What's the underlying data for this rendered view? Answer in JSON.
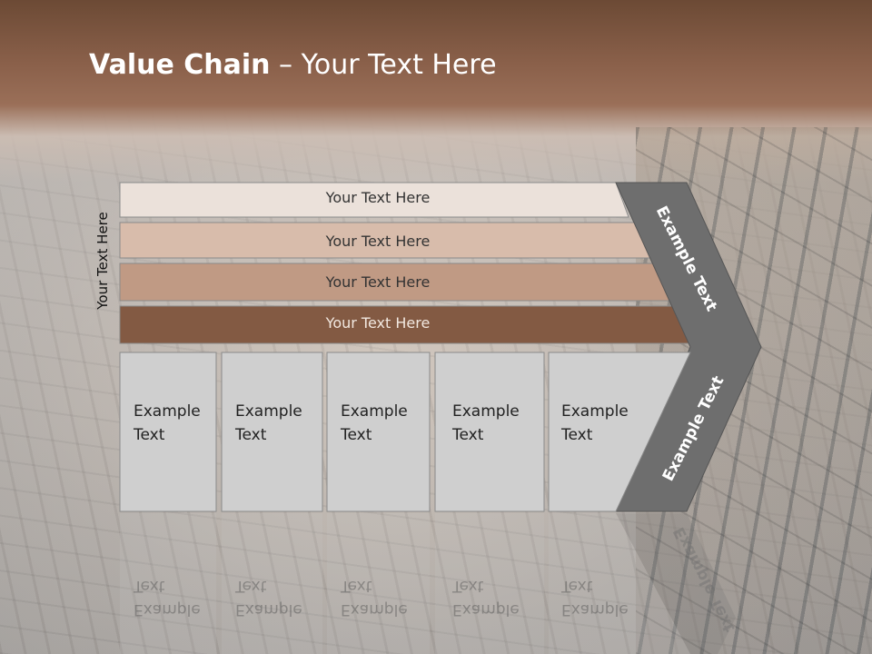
{
  "title": {
    "bold": "Value Chain",
    "rest": " – Your Text Here"
  },
  "side_label": "Your Text Here",
  "bars": [
    {
      "label": "Your Text Here",
      "color": "#ebe1da",
      "text_color": "#333333"
    },
    {
      "label": "Your Text Here",
      "color": "#d8bcab",
      "text_color": "#333333"
    },
    {
      "label": "Your Text Here",
      "color": "#c09a84",
      "text_color": "#333333"
    },
    {
      "label": "Your Text Here",
      "color": "#835a43",
      "text_color": "#f2e8e0"
    }
  ],
  "columns": [
    {
      "line1": "Example",
      "line2": "Text"
    },
    {
      "line1": "Example",
      "line2": "Text"
    },
    {
      "line1": "Example",
      "line2": "Text"
    },
    {
      "line1": "Example",
      "line2": "Text"
    },
    {
      "line1": "Example",
      "line2": "Text"
    }
  ],
  "chevron": {
    "upper_text": "Example Text",
    "lower_text": "Example Text",
    "color": "#6e6e6e"
  },
  "column_color": "#cfcfcf"
}
